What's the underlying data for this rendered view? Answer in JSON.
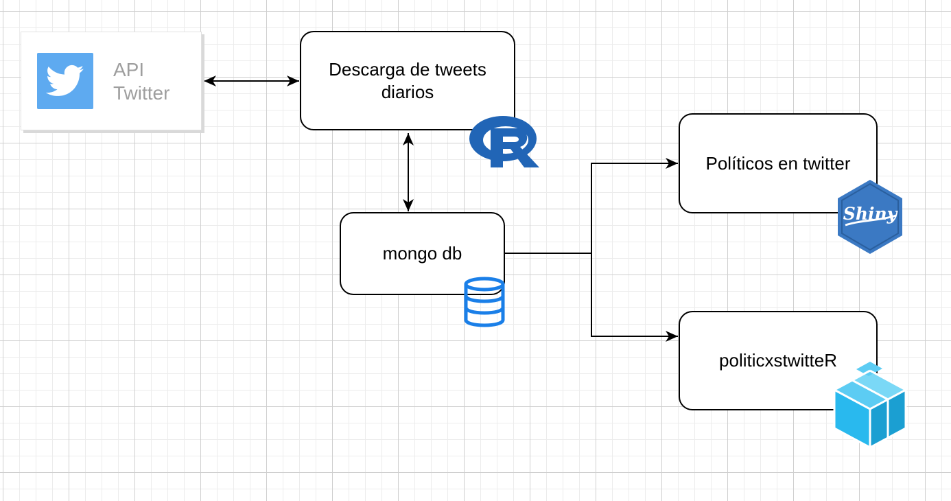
{
  "diagram": {
    "nodes": {
      "api_twitter": {
        "line1": "API",
        "line2": "Twitter",
        "icon": "twitter-bird-icon"
      },
      "descarga": {
        "label": "Descarga de tweets diarios",
        "icon": "r-logo-icon"
      },
      "mongo": {
        "label": "mongo db",
        "icon": "database-icon"
      },
      "politicos": {
        "label": "Políticos en twitter",
        "icon": "shiny-hex-icon"
      },
      "package": {
        "label": "politicxstwitteR",
        "icon": "package-box-icon"
      }
    },
    "icons": {
      "shiny_text": "Shiny"
    },
    "edges": [
      {
        "from": "api_twitter",
        "to": "descarga",
        "type": "bidirectional"
      },
      {
        "from": "descarga",
        "to": "mongo",
        "type": "bidirectional"
      },
      {
        "from": "mongo",
        "to": "politicos",
        "type": "directed"
      },
      {
        "from": "mongo",
        "to": "package",
        "type": "directed"
      }
    ],
    "colors": {
      "twitter_blue": "#5eaaf0",
      "r_blue": "#2165b6",
      "db_blue": "#1a7fe8",
      "shiny_blue": "#3b79c3",
      "box_blue": "#29b9ee"
    }
  }
}
